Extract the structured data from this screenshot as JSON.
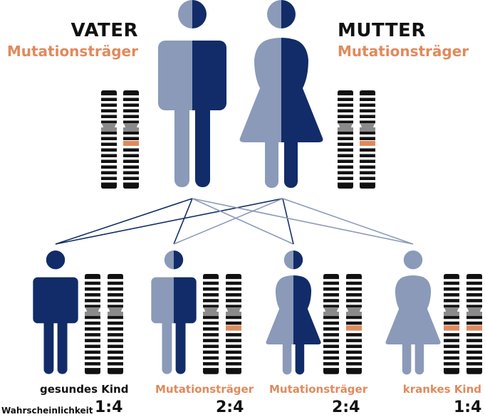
{
  "colors": {
    "dark": "#112c68",
    "light": "#8a9ab8",
    "accent": "#e08a5c",
    "black": "#111111",
    "gray": "#8a8a8a"
  },
  "icons": {
    "person": "person-icon",
    "chromosome": "chromosome-icon"
  },
  "parents": [
    {
      "role": "VATER",
      "status": "Mutationsträger",
      "figure": "male",
      "carrier": true
    },
    {
      "role": "MUTTER",
      "status": "Mutationsträger",
      "figure": "female",
      "carrier": true
    }
  ],
  "children": [
    {
      "label": "gesundes Kind",
      "ratio": "1:4",
      "figure": "male",
      "coloring": "dark",
      "mutations": 0,
      "label_color": "black"
    },
    {
      "label": "Mutationsträger",
      "ratio": "2:4",
      "figure": "male",
      "coloring": "split",
      "mutations": 1,
      "label_color": "accent"
    },
    {
      "label": "Mutationsträger",
      "ratio": "2:4",
      "figure": "female",
      "coloring": "split",
      "mutations": 1,
      "label_color": "accent"
    },
    {
      "label": "krankes Kind",
      "ratio": "1:4",
      "figure": "female",
      "coloring": "light",
      "mutations": 2,
      "label_color": "accent"
    }
  ],
  "probability_label": "Wahrscheinlichkeit"
}
